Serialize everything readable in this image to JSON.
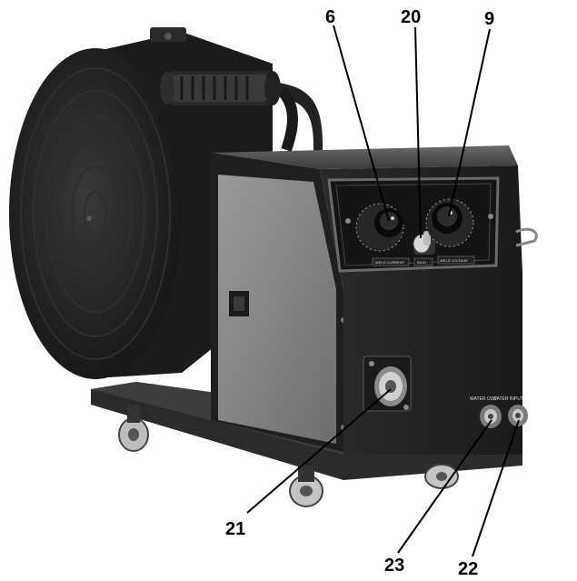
{
  "callouts": {
    "c6": "6",
    "c20": "20",
    "c9": "9",
    "c21": "21",
    "c23": "23",
    "c22": "22"
  },
  "panel_labels": {
    "left_knob": "WELD CURRENT",
    "middle": "INCH",
    "right_knob": "WELD VOLTAGE"
  },
  "ports": {
    "water_out": "WATER OUT",
    "water_input": "WATER INPUT"
  },
  "icons": [
    "wire-spool-icon",
    "handle-icon",
    "knob-icon",
    "toggle-switch-icon",
    "torch-connector-icon",
    "water-fitting-icon",
    "caster-wheel-icon"
  ]
}
